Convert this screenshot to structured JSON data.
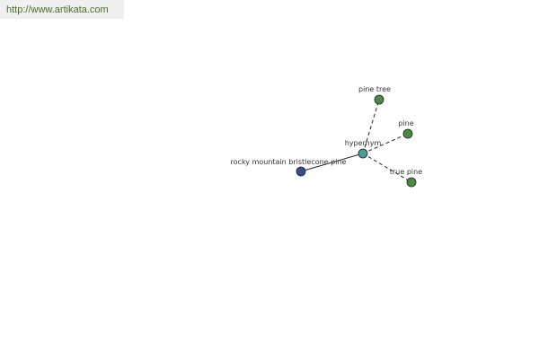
{
  "banner": {
    "url_text": "http://www.artikata.com"
  },
  "graph": {
    "nodes": [
      {
        "id": "center",
        "label": "hypernym",
        "color": "#4e9a96"
      },
      {
        "id": "rocky",
        "label": "rocky mountain bristlecone pine",
        "color": "#3a4a8c"
      },
      {
        "id": "pine-tree",
        "label": "pine tree",
        "color": "#4a8a44"
      },
      {
        "id": "pine",
        "label": "pine",
        "color": "#4a8a44"
      },
      {
        "id": "true-pine",
        "label": "true pine",
        "color": "#4a8a44"
      }
    ],
    "edges": [
      {
        "from": "center",
        "to": "rocky",
        "style": "solid"
      },
      {
        "from": "center",
        "to": "pine-tree",
        "style": "dashed"
      },
      {
        "from": "center",
        "to": "pine",
        "style": "dashed"
      },
      {
        "from": "center",
        "to": "true-pine",
        "style": "dashed"
      }
    ]
  }
}
